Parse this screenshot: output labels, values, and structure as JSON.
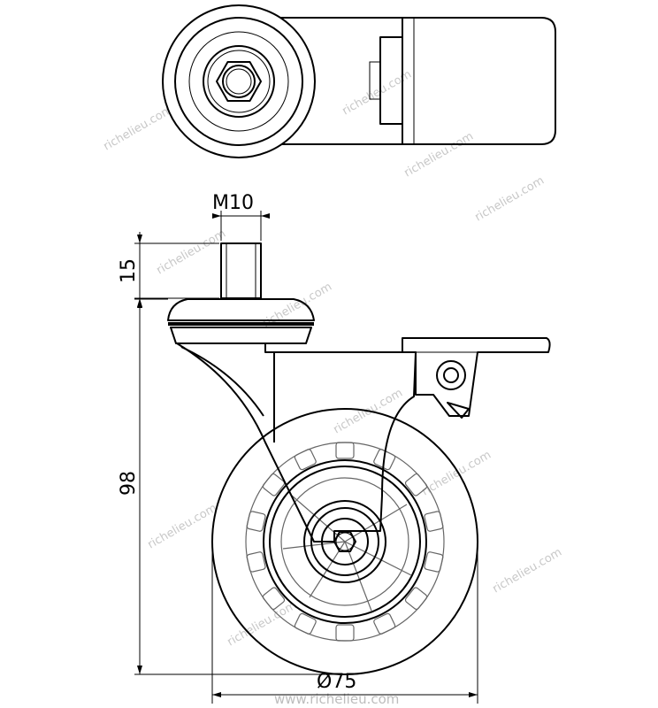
{
  "dimensions": {
    "thread": "M10",
    "stem_length": "15",
    "height": "98",
    "diameter": "Ø75"
  },
  "watermark": "richelieu.com",
  "footer_watermark": "www.richelieu.com"
}
